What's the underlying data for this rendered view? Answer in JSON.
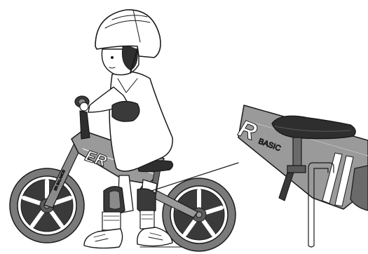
{
  "illustration": {
    "main_subject": "child-riding-balance-bike",
    "detail_subject": "seat-clamp-adjustment-closeup"
  },
  "branding": {
    "frame_logo_main": "ER",
    "frame_logo_detail": "R",
    "model_label": "BASIC",
    "fork_label": "ER BALANCE"
  },
  "colors": {
    "outline": "#1a1a1a",
    "frame_gray": "#9a9a9a",
    "tire_gray": "#777777",
    "wheel_dark": "#3a3a3a",
    "seat_dark": "#2e2e2e",
    "pad_dark": "#3a3a3a",
    "skin": "#ffffff"
  }
}
